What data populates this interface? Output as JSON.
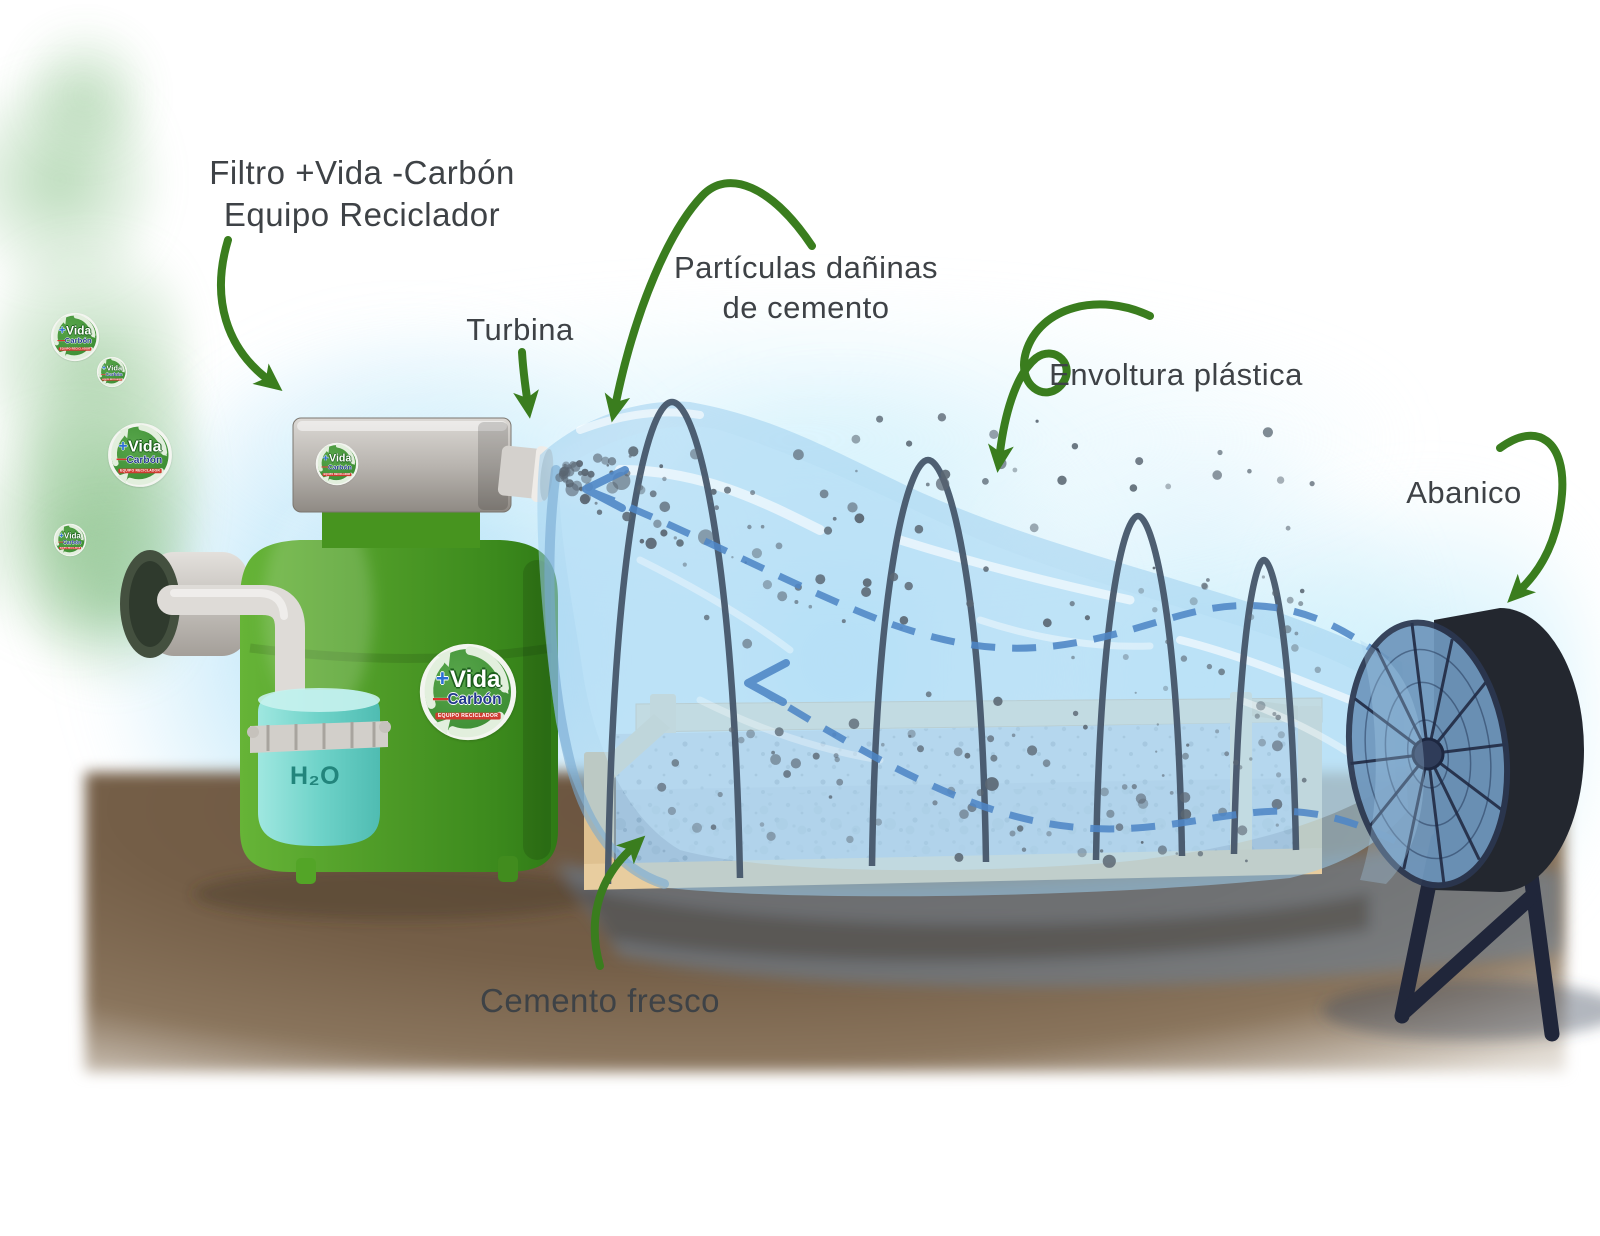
{
  "labels": {
    "filtro": {
      "line1": "Filtro +Vida -Carbón",
      "line2": "Equipo Reciclador"
    },
    "turbina": "Turbina",
    "particulas": {
      "line1": "Partículas dañinas",
      "line2": "de cemento"
    },
    "envoltura": "Envoltura plástica",
    "abanico": "Abanico",
    "cemento_fresco": "Cemento fresco",
    "h2o": "H₂O"
  },
  "badge": {
    "plus": "+",
    "vida": "Vida",
    "minus": "−",
    "carbon": "Carbón",
    "subtitle": "EQUIPO RECICLADOR"
  },
  "colors": {
    "arrow_green": "#3a7d1e",
    "label_text": "#3e4246",
    "machine_green": "#4e9b27",
    "sky_blue": "#b5e2f6",
    "plastic_wrap": "#9ed0ee",
    "ground_brown": "#6e5640",
    "cement_gray": "#b9c5d6",
    "wood_tan": "#ecd3a6",
    "flow_dash_blue": "#4e86c6",
    "fan_dark": "#23272f",
    "fan_grille_blue": "#6f97bd",
    "water_teal": "#6fd3c9",
    "badge_green": "#3e8f35",
    "badge_red": "#d8342c",
    "badge_blue": "#2b6fd4",
    "smoke_green": "#76b876"
  },
  "particles": {
    "color": "#5a6672",
    "count_spray": 160,
    "count_surface": 48,
    "count_far": 32
  }
}
